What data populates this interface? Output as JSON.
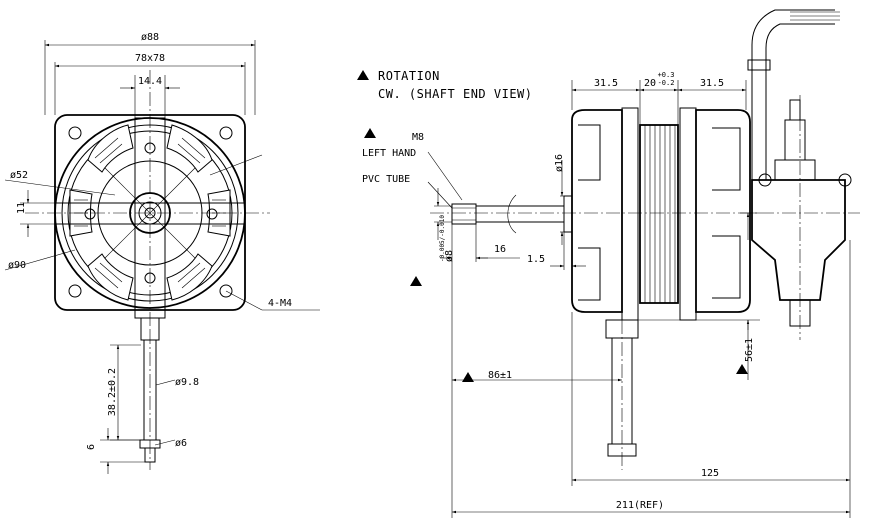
{
  "front_view": {
    "dim_overall": "ø88",
    "dim_square": "78x78",
    "dim_shaft_width": "14.4",
    "dim_inner_dia": "ø52",
    "dim_slot": "11",
    "dim_outer_dia": "ø90",
    "dim_holes": "4-M4",
    "dim_shaft_length": "38.2±0.2",
    "dim_shaft_dia": "ø9.8",
    "dim_tip_dia": "ø6",
    "dim_tip_len": "6"
  },
  "notes": {
    "rotation_title": "ROTATION",
    "rotation_dir": "CW. (SHAFT END VIEW)",
    "thread_size": "M8",
    "thread_hand": "LEFT HAND",
    "tube": "PVC TUBE"
  },
  "side_view": {
    "dim_left_gap": "31.5",
    "dim_core": "20",
    "dim_core_tol_upper": "+0.3",
    "dim_core_tol_lower": "-0.2",
    "dim_right_gap": "31.5",
    "dim_collar": "ø16",
    "dim_shaft": "ø8",
    "dim_shaft_tol": "-0.005/-0.010",
    "dim_thread_len": "16",
    "dim_step": "1.5",
    "dim_shaft_to_mount": "86±1",
    "dim_height": "56±1",
    "dim_body": "125",
    "dim_total": "211(REF)"
  }
}
